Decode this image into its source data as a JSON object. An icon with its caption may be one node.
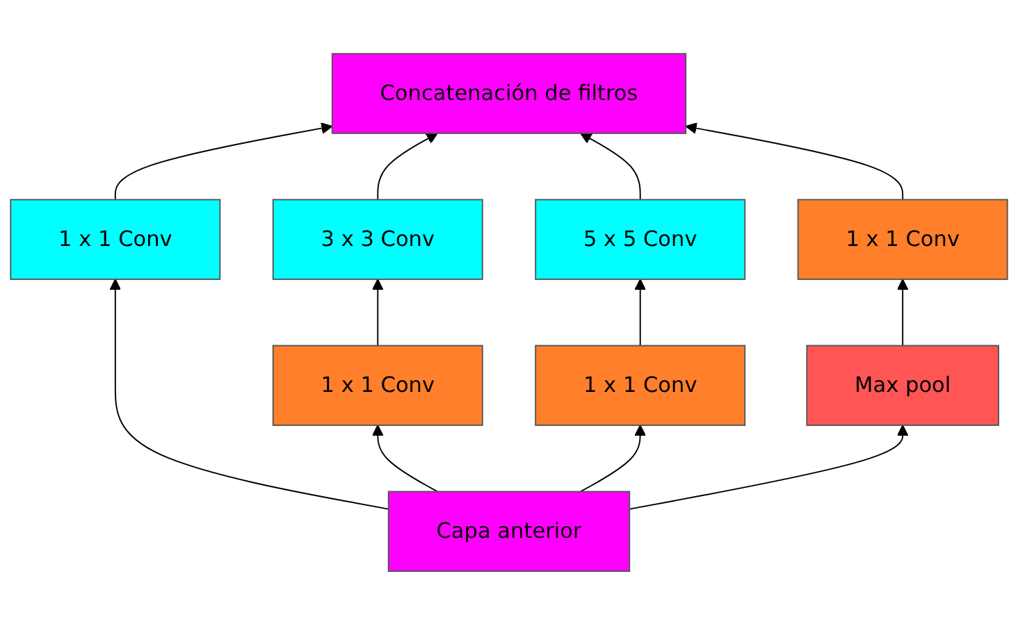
{
  "diagram": {
    "nodes": [
      {
        "text": [
          "Concatenación de filtros"
        ]
      },
      {
        "text": [
          "3 x 3 Conv"
        ]
      },
      {
        "text": [
          "5 x 5 Conv"
        ]
      },
      {
        "text": [
          "1 x 1 Conv"
        ]
      },
      {
        "text": [
          "1 x 1 Conv"
        ]
      },
      {
        "text": [
          "1 x 1 Conv"
        ]
      },
      {
        "text": [
          "1 x 1 Conv"
        ]
      },
      {
        "text": [
          "Max pool"
        ]
      },
      {
        "text": [
          "Capa anterior"
        ]
      }
    ],
    "edges": [
      {
        "from": 8,
        "to": 4,
        "arrow": "to"
      },
      {
        "from": 8,
        "to": 5,
        "arrow": "to"
      },
      {
        "from": 8,
        "to": 6,
        "arrow": "to"
      },
      {
        "from": 8,
        "to": 7,
        "arrow": "to"
      },
      {
        "from": 5,
        "to": 1,
        "arrow": "to"
      },
      {
        "from": 6,
        "to": 2,
        "arrow": "to"
      },
      {
        "from": 7,
        "to": 3,
        "arrow": "to"
      },
      {
        "from": 4,
        "to": 0,
        "arrow": "to"
      },
      {
        "from": 1,
        "to": 0,
        "arrow": "to"
      },
      {
        "from": 2,
        "to": 0,
        "arrow": "to"
      },
      {
        "from": 3,
        "to": 0,
        "arrow": "to"
      }
    ]
  }
}
